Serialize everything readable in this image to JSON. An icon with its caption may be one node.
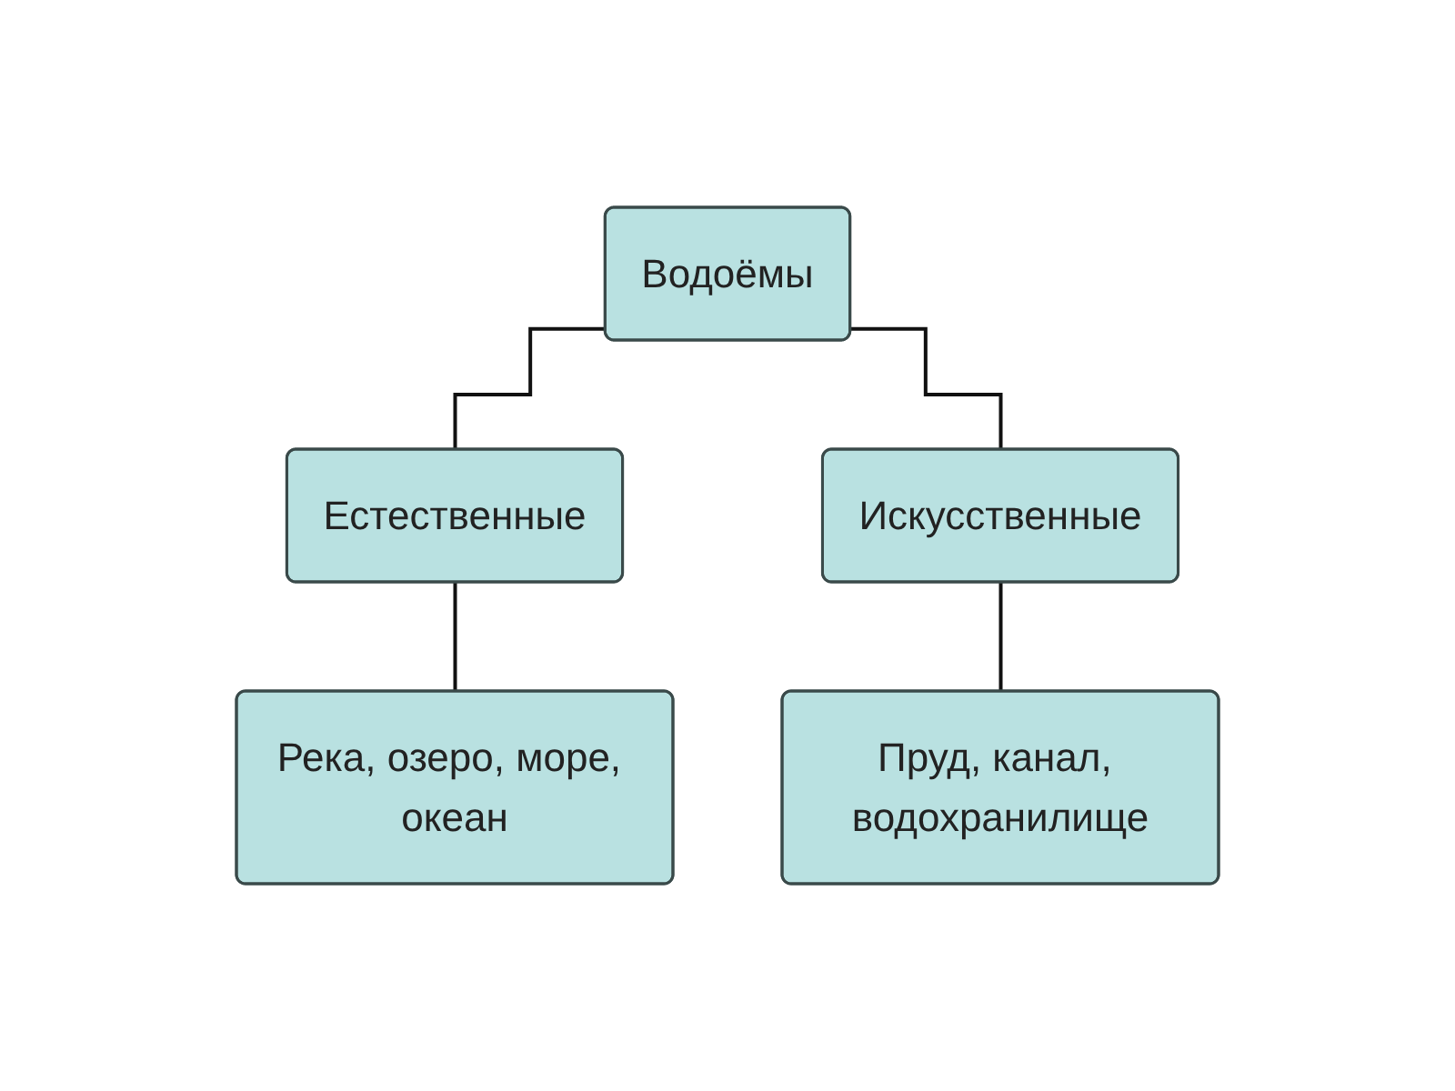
{
  "diagram": {
    "nodes": [
      {
        "text": [
          "Водоёмы"
        ]
      },
      {
        "text": [
          "Естественные"
        ]
      },
      {
        "text": [
          "Искусственные"
        ]
      },
      {
        "text": [
          "Река, озеро, море, океан"
        ]
      },
      {
        "text": [
          "Пруд, канал, водохранилище"
        ]
      }
    ],
    "edges": [
      {
        "from": 0,
        "to": 1,
        "arrow": "none"
      },
      {
        "from": 0,
        "to": 2,
        "arrow": "none"
      },
      {
        "from": 1,
        "to": 3,
        "arrow": "none"
      },
      {
        "from": 2,
        "to": 4,
        "arrow": "none"
      }
    ]
  }
}
